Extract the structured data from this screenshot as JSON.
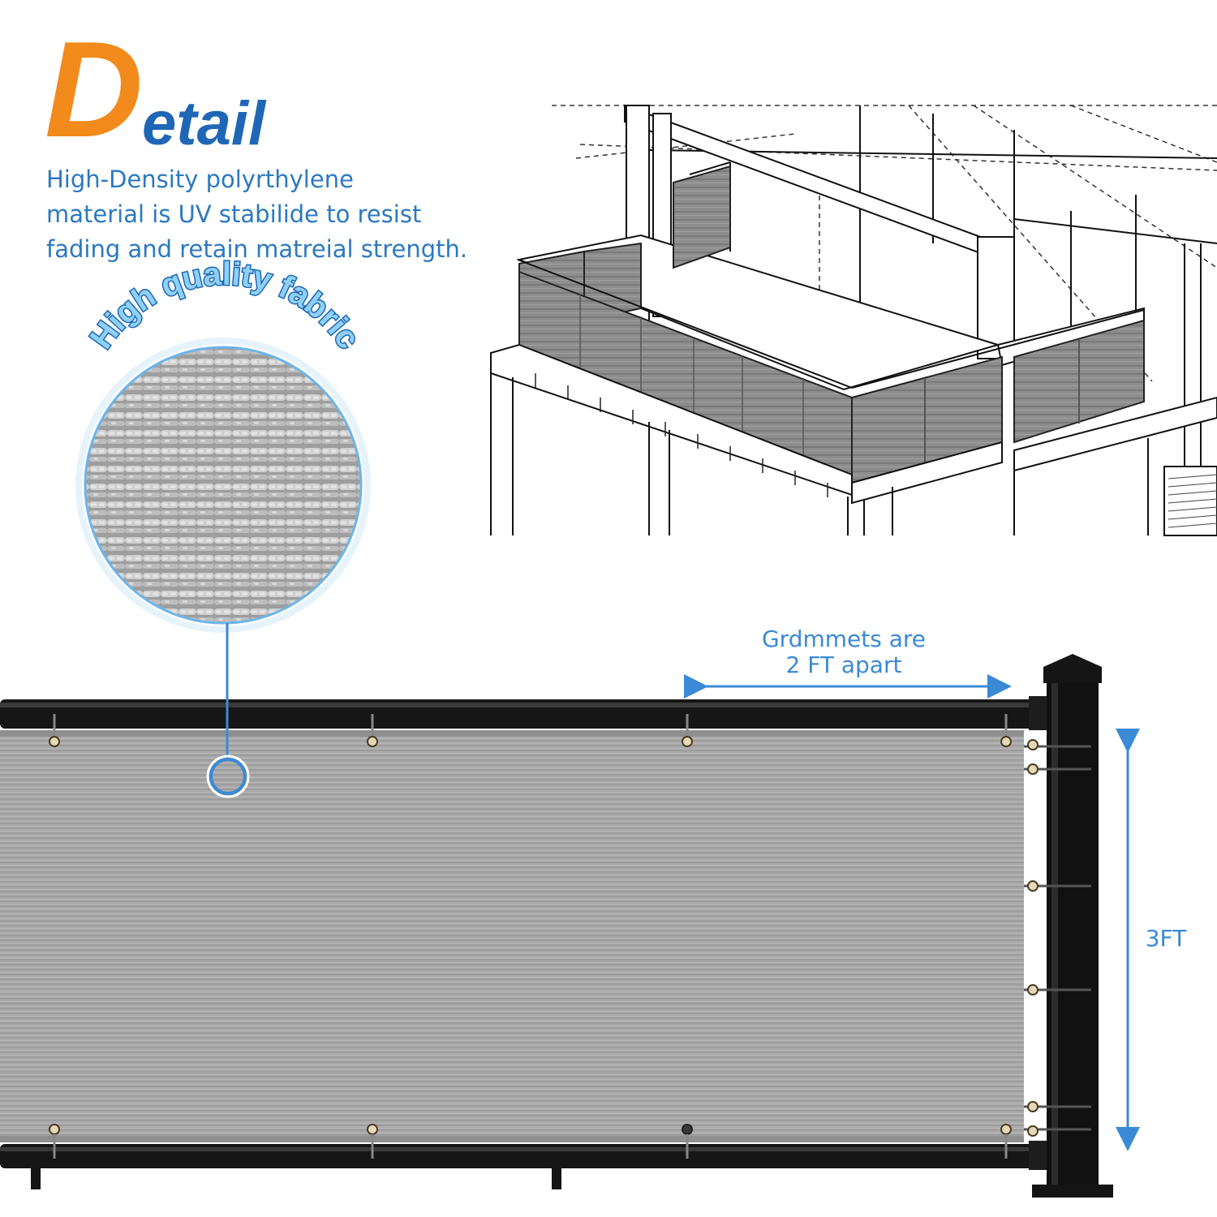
{
  "title": {
    "first_letter": "D",
    "rest": "etail"
  },
  "description": {
    "lines": [
      "High-Density polyrthylene",
      "material is UV stabilide to resist",
      "fading and retain matreial strength."
    ]
  },
  "badge": {
    "text": "High quality fabric"
  },
  "annotations": {
    "spacing_line1": "Grdmmets are",
    "spacing_line2": "2 FT apart",
    "height": "3FT"
  },
  "colors": {
    "title_orange": "#f28a1c",
    "title_blue": "#1f67b6",
    "desc_blue": "#2b79c2",
    "accent_blue": "#3a8ad6",
    "fabric_gray": "#a9a9a9",
    "fence_black": "#111111"
  },
  "icons": [
    "balcony-sketch-illustration",
    "fabric-magnifier-circle",
    "fence-post-illustration",
    "grommet-icon",
    "dimension-arrow-icon"
  ]
}
